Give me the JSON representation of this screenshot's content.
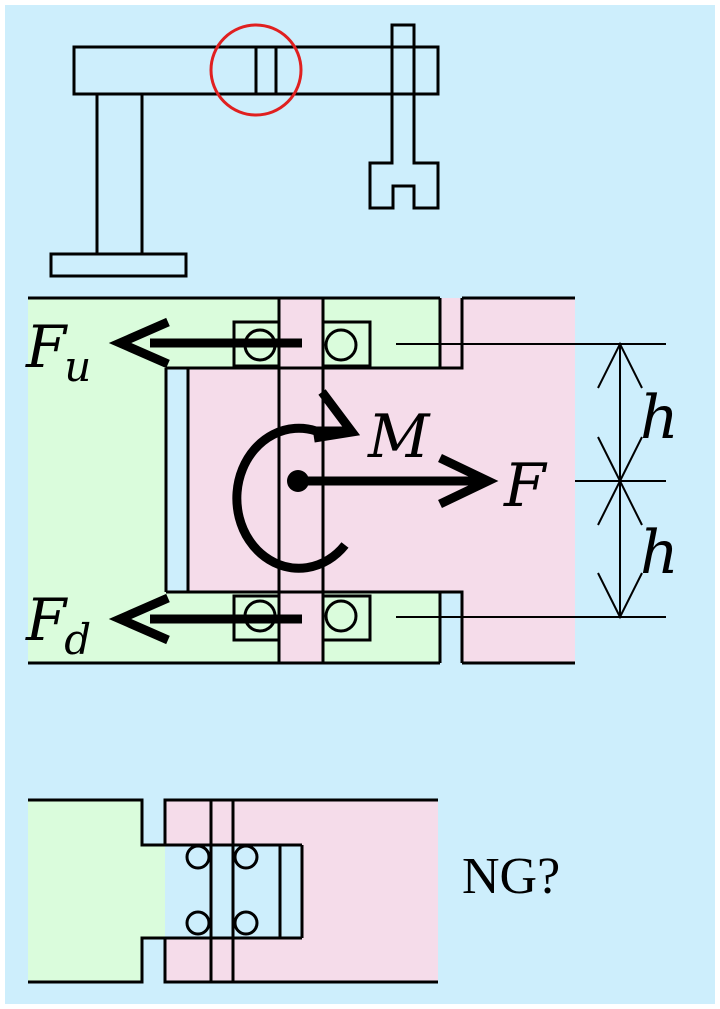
{
  "labels": {
    "force_upper": "F",
    "force_upper_sub": "u",
    "force_lower": "F",
    "force_lower_sub": "d",
    "moment": "M",
    "force": "F",
    "h_upper": "h",
    "h_lower": "h",
    "ng_note": "NG?"
  },
  "colors": {
    "background": "#cdeefc",
    "border": "#ffffff",
    "green_part": "#dafcdc",
    "pink_part": "#f5dcea",
    "highlight_circle": "#e02020",
    "line": "#000000"
  }
}
